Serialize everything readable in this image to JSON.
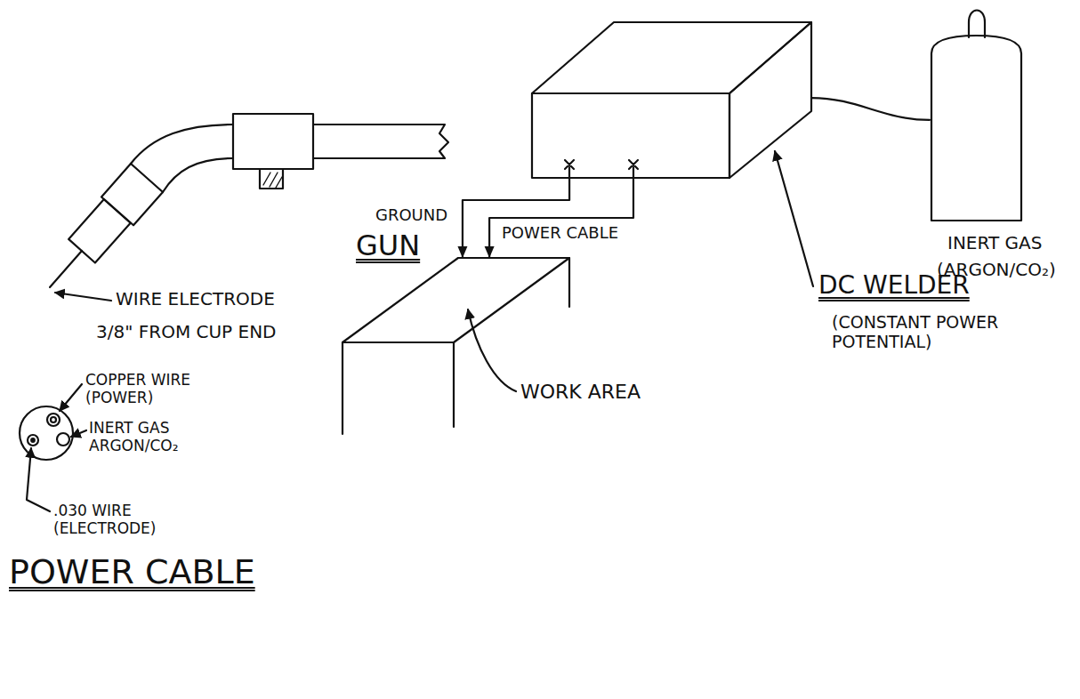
{
  "diagram": {
    "nodes": [
      {
        "text": [
          "INERT GAS",
          "(ARGON/CO₂)"
        ]
      },
      {
        "text": [
          "DC WELDER",
          "(CONSTANT POWER POTENTIAL)"
        ]
      },
      {
        "text": [
          "WORK AREA"
        ]
      }
    ],
    "edges": [
      {
        "from": 1,
        "to": 2,
        "arrow": "to",
        "label": "GROUND"
      },
      {
        "from": 1,
        "to": 2,
        "arrow": "to",
        "label": "POWER CABLE"
      },
      {
        "from": 0,
        "to": 1,
        "arrow": "none"
      }
    ],
    "labels": [
      "GUN",
      "WIRE ELECTRODE",
      "3/8\" FROM CUP END",
      "COPPER WIRE (POWER)",
      "INERT GAS ARGON/CO₂",
      ".030 WIRE (ELECTRODE)",
      "POWER CABLE"
    ]
  }
}
